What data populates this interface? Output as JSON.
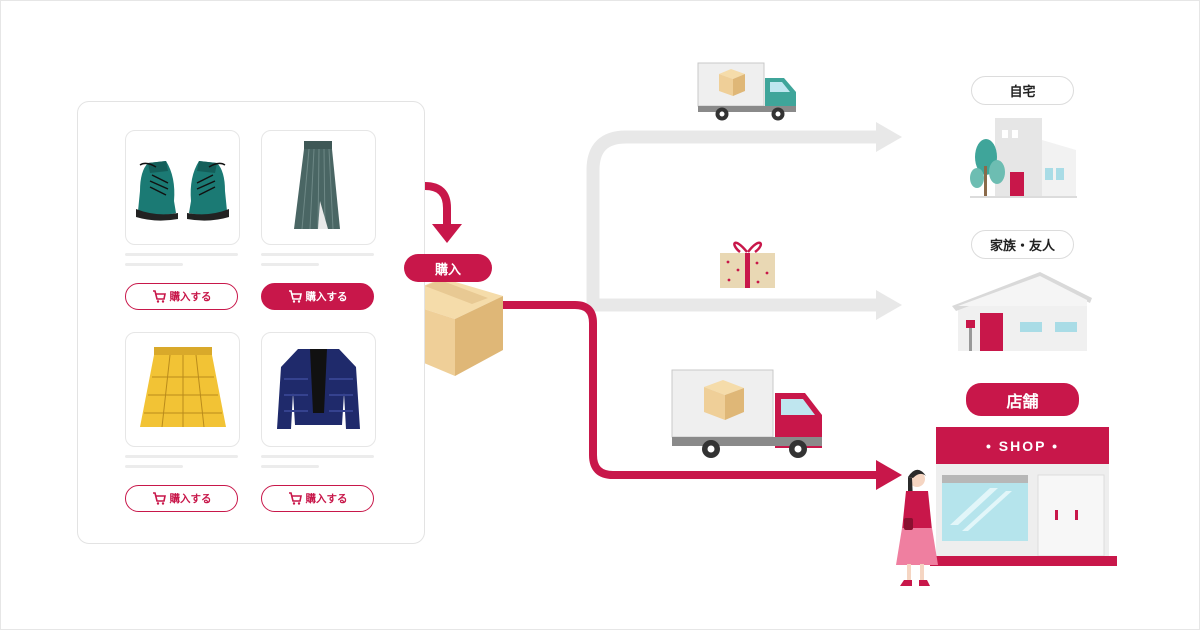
{
  "shop_panel": {
    "products": [
      {
        "name": "boots",
        "button_label": "購入する",
        "selected": false
      },
      {
        "name": "skirt",
        "button_label": "購入する",
        "selected": true
      },
      {
        "name": "plaid-skirt",
        "button_label": "購入する",
        "selected": false
      },
      {
        "name": "down-jacket",
        "button_label": "購入する",
        "selected": false
      }
    ]
  },
  "purchase_label": "購入",
  "destinations": {
    "home": "自宅",
    "family": "家族・友人",
    "store": "店舗"
  },
  "store_sign": "• SHOP •",
  "colors": {
    "accent": "#c8174a",
    "route_gray": "#e8e8e8",
    "box": "#efcf98",
    "truck_teal": "#3fa59a"
  }
}
